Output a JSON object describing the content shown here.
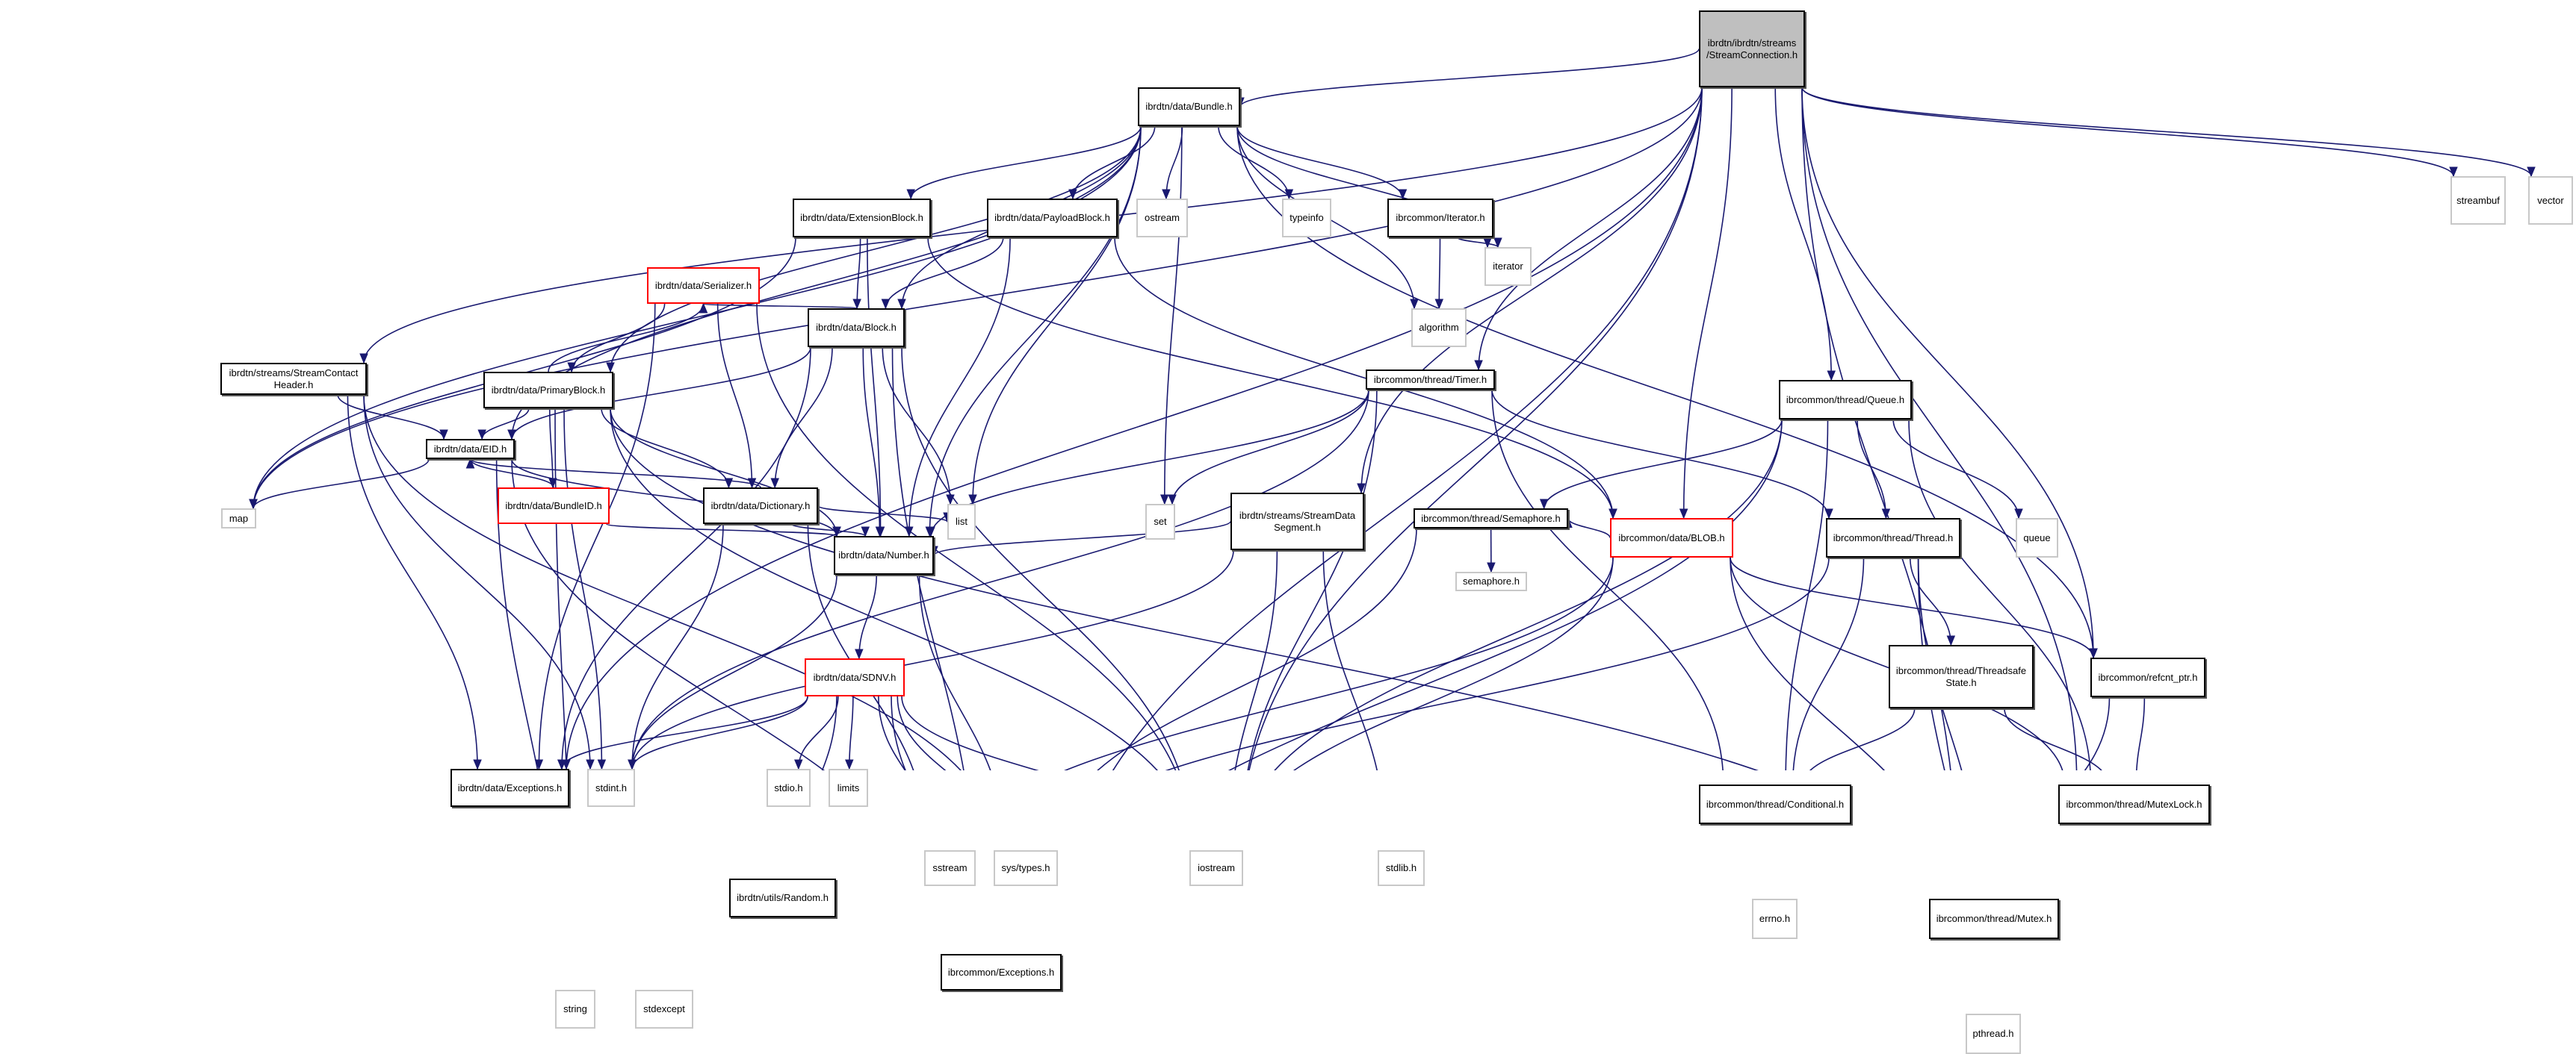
{
  "title": "Include dependency graph for ibrdtn/ibrdtn/streams/StreamConnection.h",
  "colors": {
    "edge": "#191970",
    "root_fill": "#bfbfbf",
    "incomplete_border": "#ff0000",
    "external_border": "#c8c8c8"
  },
  "nodes": [
    {
      "id": "root",
      "label": "ibrdtn/ibrdtn/streams\n/StreamConnection.h",
      "kind": "root"
    },
    {
      "id": "bundle",
      "label": "ibrdtn/data/Bundle.h",
      "kind": "file"
    },
    {
      "id": "streambuf",
      "label": "streambuf",
      "kind": "ext"
    },
    {
      "id": "vector",
      "label": "vector",
      "kind": "ext"
    },
    {
      "id": "extblock",
      "label": "ibrdtn/data/ExtensionBlock.h",
      "kind": "file"
    },
    {
      "id": "payload",
      "label": "ibrdtn/data/PayloadBlock.h",
      "kind": "file"
    },
    {
      "id": "ostream",
      "label": "ostream",
      "kind": "ext"
    },
    {
      "id": "typeinfo",
      "label": "typeinfo",
      "kind": "ext"
    },
    {
      "id": "iterh",
      "label": "ibrcommon/Iterator.h",
      "kind": "file"
    },
    {
      "id": "algorithm",
      "label": "algorithm",
      "kind": "ext"
    },
    {
      "id": "iterator",
      "label": "iterator",
      "kind": "ext"
    },
    {
      "id": "block",
      "label": "ibrdtn/data/Block.h",
      "kind": "file"
    },
    {
      "id": "serializer",
      "label": "ibrdtn/data/Serializer.h",
      "kind": "red"
    },
    {
      "id": "primary",
      "label": "ibrdtn/data/PrimaryBlock.h",
      "kind": "file"
    },
    {
      "id": "sch",
      "label": "ibrdtn/streams/StreamContact\nHeader.h",
      "kind": "file"
    },
    {
      "id": "bundleid",
      "label": "ibrdtn/data/BundleID.h",
      "kind": "red"
    },
    {
      "id": "dictionary",
      "label": "ibrdtn/data/Dictionary.h",
      "kind": "file"
    },
    {
      "id": "list",
      "label": "list",
      "kind": "ext"
    },
    {
      "id": "eid",
      "label": "ibrdtn/data/EID.h",
      "kind": "file"
    },
    {
      "id": "map",
      "label": "map",
      "kind": "ext"
    },
    {
      "id": "number",
      "label": "ibrdtn/data/Number.h",
      "kind": "file"
    },
    {
      "id": "timer",
      "label": "ibrcommon/thread/Timer.h",
      "kind": "file"
    },
    {
      "id": "set",
      "label": "set",
      "kind": "ext"
    },
    {
      "id": "sds",
      "label": "ibrdtn/streams/StreamData\nSegment.h",
      "kind": "file"
    },
    {
      "id": "queue",
      "label": "ibrcommon/thread/Queue.h",
      "kind": "file"
    },
    {
      "id": "queueh",
      "label": "queue",
      "kind": "ext"
    },
    {
      "id": "blob",
      "label": "ibrcommon/data/BLOB.h",
      "kind": "red"
    },
    {
      "id": "thread",
      "label": "ibrcommon/thread/Thread.h",
      "kind": "file"
    },
    {
      "id": "semaphore",
      "label": "ibrcommon/thread/Semaphore.h",
      "kind": "file"
    },
    {
      "id": "semaphoreh",
      "label": "semaphore.h",
      "kind": "ext"
    },
    {
      "id": "tss",
      "label": "ibrcommon/thread/Threadsafe\nState.h",
      "kind": "file"
    },
    {
      "id": "refcnt",
      "label": "ibrcommon/refcnt_ptr.h",
      "kind": "file"
    },
    {
      "id": "sdnv",
      "label": "ibrdtn/data/SDNV.h",
      "kind": "red"
    },
    {
      "id": "stdio",
      "label": "stdio.h",
      "kind": "ext"
    },
    {
      "id": "limits",
      "label": "limits",
      "kind": "ext"
    },
    {
      "id": "sstream",
      "label": "sstream",
      "kind": "ext"
    },
    {
      "id": "systypes",
      "label": "sys/types.h",
      "kind": "ext"
    },
    {
      "id": "iostream",
      "label": "iostream",
      "kind": "ext"
    },
    {
      "id": "stdlib",
      "label": "stdlib.h",
      "kind": "ext"
    },
    {
      "id": "conditional",
      "label": "ibrcommon/thread/Conditional.h",
      "kind": "file"
    },
    {
      "id": "mutexlock",
      "label": "ibrcommon/thread/MutexLock.h",
      "kind": "file"
    },
    {
      "id": "errno",
      "label": "errno.h",
      "kind": "ext"
    },
    {
      "id": "mutex",
      "label": "ibrcommon/thread/Mutex.h",
      "kind": "file"
    },
    {
      "id": "pthread",
      "label": "pthread.h",
      "kind": "ext"
    },
    {
      "id": "dexc",
      "label": "ibrdtn/data/Exceptions.h",
      "kind": "file"
    },
    {
      "id": "stdint",
      "label": "stdint.h",
      "kind": "ext"
    },
    {
      "id": "random",
      "label": "ibrdtn/utils/Random.h",
      "kind": "file"
    },
    {
      "id": "cexc",
      "label": "ibrcommon/Exceptions.h",
      "kind": "file"
    },
    {
      "id": "string",
      "label": "string",
      "kind": "ext"
    },
    {
      "id": "stdexcept",
      "label": "stdexcept",
      "kind": "ext"
    }
  ],
  "edges": [
    [
      "root",
      "bundle"
    ],
    [
      "root",
      "streambuf"
    ],
    [
      "root",
      "vector"
    ],
    [
      "root",
      "sch"
    ],
    [
      "root",
      "sds"
    ],
    [
      "root",
      "timer"
    ],
    [
      "root",
      "queue"
    ],
    [
      "root",
      "dexc"
    ],
    [
      "root",
      "cexc"
    ],
    [
      "root",
      "map"
    ],
    [
      "root",
      "mutexlock"
    ],
    [
      "root",
      "mutex"
    ],
    [
      "root",
      "refcnt"
    ],
    [
      "root",
      "iostream"
    ],
    [
      "root",
      "blob"
    ],
    [
      "bundle",
      "extblock"
    ],
    [
      "bundle",
      "payload"
    ],
    [
      "bundle",
      "ostream"
    ],
    [
      "bundle",
      "typeinfo"
    ],
    [
      "bundle",
      "iterh"
    ],
    [
      "bundle",
      "algorithm"
    ],
    [
      "bundle",
      "iterator"
    ],
    [
      "bundle",
      "block"
    ],
    [
      "bundle",
      "primary"
    ],
    [
      "bundle",
      "eid"
    ],
    [
      "bundle",
      "number"
    ],
    [
      "bundle",
      "list"
    ],
    [
      "bundle",
      "set"
    ],
    [
      "bundle",
      "map"
    ],
    [
      "bundle",
      "refcnt"
    ],
    [
      "iterh",
      "algorithm"
    ],
    [
      "iterh",
      "iterator"
    ],
    [
      "extblock",
      "block"
    ],
    [
      "extblock",
      "blob"
    ],
    [
      "extblock",
      "map"
    ],
    [
      "extblock",
      "number"
    ],
    [
      "payload",
      "block"
    ],
    [
      "payload",
      "blob"
    ],
    [
      "payload",
      "number"
    ],
    [
      "block",
      "serializer"
    ],
    [
      "block",
      "dictionary"
    ],
    [
      "block",
      "eid"
    ],
    [
      "block",
      "number"
    ],
    [
      "block",
      "list"
    ],
    [
      "block",
      "dexc"
    ],
    [
      "block",
      "cexc"
    ],
    [
      "block",
      "iostream"
    ],
    [
      "serializer",
      "primary"
    ],
    [
      "serializer",
      "dictionary"
    ],
    [
      "serializer",
      "dexc"
    ],
    [
      "serializer",
      "iostream"
    ],
    [
      "primary",
      "serializer"
    ],
    [
      "primary",
      "bundleid"
    ],
    [
      "primary",
      "dictionary"
    ],
    [
      "primary",
      "eid"
    ],
    [
      "primary",
      "number"
    ],
    [
      "primary",
      "string"
    ],
    [
      "primary",
      "stdint"
    ],
    [
      "primary",
      "mutex"
    ],
    [
      "primary",
      "iostream"
    ],
    [
      "sch",
      "eid"
    ],
    [
      "sch",
      "dexc"
    ],
    [
      "sch",
      "stdint"
    ],
    [
      "sch",
      "systypes"
    ],
    [
      "bundleid",
      "eid"
    ],
    [
      "bundleid",
      "number"
    ],
    [
      "dictionary",
      "eid"
    ],
    [
      "dictionary",
      "number"
    ],
    [
      "dictionary",
      "list"
    ],
    [
      "dictionary",
      "sstream"
    ],
    [
      "dictionary",
      "stdint"
    ],
    [
      "eid",
      "map"
    ],
    [
      "eid",
      "string"
    ],
    [
      "eid",
      "number"
    ],
    [
      "eid",
      "cexc"
    ],
    [
      "number",
      "sdnv"
    ],
    [
      "number",
      "stdint"
    ],
    [
      "number",
      "systypes"
    ],
    [
      "sdnv",
      "stdio"
    ],
    [
      "sdnv",
      "limits"
    ],
    [
      "sdnv",
      "sstream"
    ],
    [
      "sdnv",
      "systypes"
    ],
    [
      "sdnv",
      "iostream"
    ],
    [
      "sdnv",
      "stdint"
    ],
    [
      "sdnv",
      "dexc"
    ],
    [
      "sdnv",
      "random"
    ],
    [
      "sdnv",
      "cexc"
    ],
    [
      "timer",
      "set"
    ],
    [
      "timer",
      "thread"
    ],
    [
      "timer",
      "conditional"
    ],
    [
      "timer",
      "iostream"
    ],
    [
      "timer",
      "stdint"
    ],
    [
      "timer",
      "number"
    ],
    [
      "sds",
      "number"
    ],
    [
      "sds",
      "iostream"
    ],
    [
      "sds",
      "stdlib"
    ],
    [
      "sds",
      "stdint"
    ],
    [
      "queue",
      "thread"
    ],
    [
      "queue",
      "queueh"
    ],
    [
      "queue",
      "semaphore"
    ],
    [
      "queue",
      "conditional"
    ],
    [
      "queue",
      "mutexlock"
    ],
    [
      "queue",
      "cexc"
    ],
    [
      "queue",
      "iostream"
    ],
    [
      "blob",
      "semaphore"
    ],
    [
      "blob",
      "refcnt"
    ],
    [
      "blob",
      "mutexlock"
    ],
    [
      "blob",
      "mutex"
    ],
    [
      "blob",
      "iostream"
    ],
    [
      "blob",
      "sstream"
    ],
    [
      "thread",
      "tss"
    ],
    [
      "thread",
      "conditional"
    ],
    [
      "thread",
      "pthread"
    ],
    [
      "thread",
      "mutex"
    ],
    [
      "thread",
      "systypes"
    ],
    [
      "semaphore",
      "semaphoreh"
    ],
    [
      "semaphore",
      "systypes"
    ],
    [
      "tss",
      "conditional"
    ],
    [
      "tss",
      "mutexlock"
    ],
    [
      "refcnt",
      "mutexlock"
    ],
    [
      "refcnt",
      "mutex"
    ],
    [
      "conditional",
      "errno"
    ],
    [
      "conditional",
      "mutex"
    ],
    [
      "conditional",
      "pthread"
    ],
    [
      "conditional",
      "cexc"
    ],
    [
      "conditional",
      "stdlib"
    ],
    [
      "mutexlock",
      "mutex"
    ],
    [
      "mutex",
      "pthread"
    ],
    [
      "mutex",
      "cexc"
    ],
    [
      "dexc",
      "cexc"
    ],
    [
      "dexc",
      "string"
    ],
    [
      "dexc",
      "stdexcept"
    ],
    [
      "random",
      "string"
    ],
    [
      "cexc",
      "string"
    ],
    [
      "cexc",
      "stdexcept"
    ]
  ]
}
